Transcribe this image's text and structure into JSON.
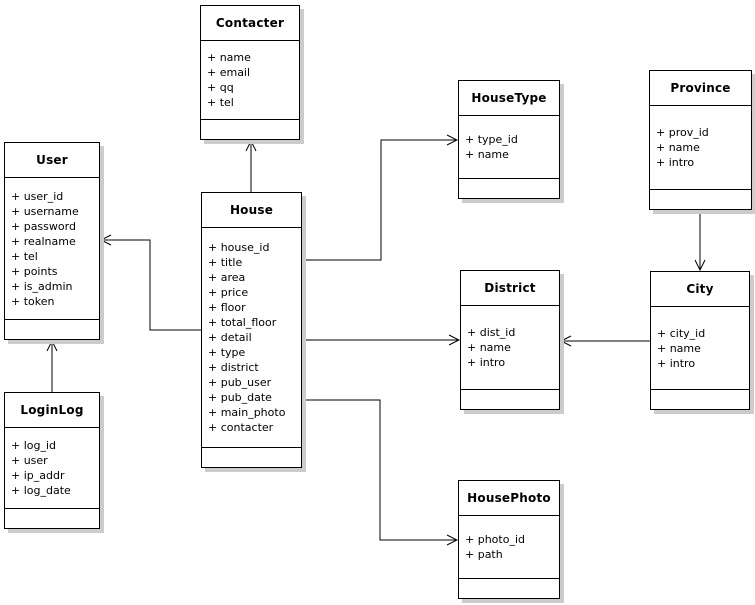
{
  "classes": {
    "contacter": {
      "name": "Contacter",
      "attributes": [
        "+ name",
        "+ email",
        "+ qq",
        "+ tel"
      ]
    },
    "user": {
      "name": "User",
      "attributes": [
        "+ user_id",
        "+ username",
        "+ password",
        "+ realname",
        "+ tel",
        "+ points",
        "+ is_admin",
        "+ token"
      ]
    },
    "house": {
      "name": "House",
      "attributes": [
        "+ house_id",
        "+ title",
        "+ area",
        "+ price",
        "+ floor",
        "+ total_floor",
        "+ detail",
        "+ type",
        "+ district",
        "+ pub_user",
        "+ pub_date",
        "+ main_photo",
        "+ contacter"
      ]
    },
    "housetype": {
      "name": "HouseType",
      "attributes": [
        "+ type_id",
        "+ name"
      ]
    },
    "province": {
      "name": "Province",
      "attributes": [
        "+ prov_id",
        "+ name",
        "+ intro"
      ]
    },
    "district": {
      "name": "District",
      "attributes": [
        "+ dist_id",
        "+ name",
        "+ intro"
      ]
    },
    "city": {
      "name": "City",
      "attributes": [
        "+ city_id",
        "+ name",
        "+ intro"
      ]
    },
    "loginlog": {
      "name": "LoginLog",
      "attributes": [
        "+ log_id",
        "+ user",
        "+ ip_addr",
        "+ log_date"
      ]
    },
    "housephoto": {
      "name": "HousePhoto",
      "attributes": [
        "+ photo_id",
        "+ path"
      ]
    }
  },
  "relations": [
    {
      "from": "House",
      "to": "Contacter"
    },
    {
      "from": "House",
      "to": "User"
    },
    {
      "from": "House",
      "to": "HouseType"
    },
    {
      "from": "House",
      "to": "District"
    },
    {
      "from": "House",
      "to": "HousePhoto"
    },
    {
      "from": "LoginLog",
      "to": "User"
    },
    {
      "from": "Province",
      "to": "City"
    },
    {
      "from": "City",
      "to": "District"
    }
  ],
  "colors": {
    "line": "#000000",
    "text": "#000000",
    "box_background": "#ffffff",
    "shadow": "#cccccc"
  }
}
